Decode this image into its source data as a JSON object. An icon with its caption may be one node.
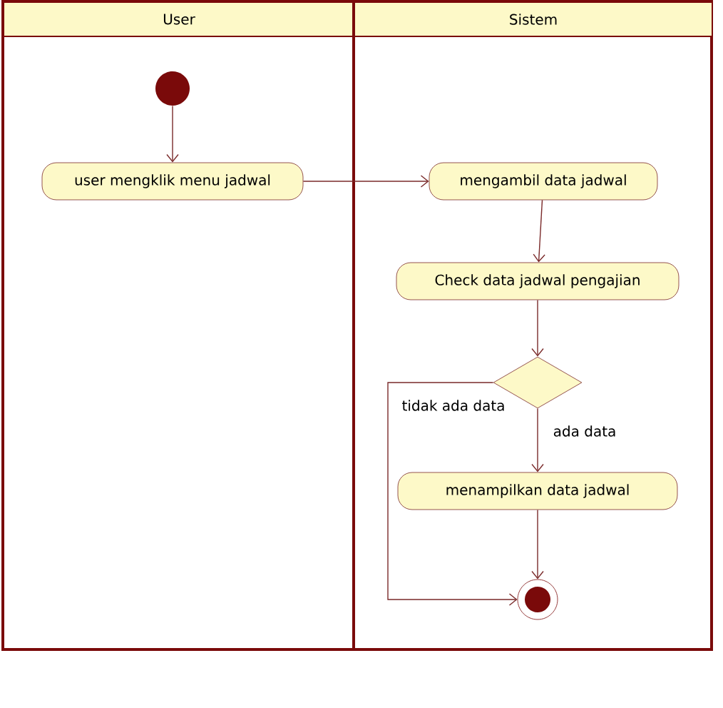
{
  "diagram": {
    "nodes": [
      {
        "text": [
          "User"
        ]
      },
      {
        "text": [
          "Sistem"
        ]
      },
      {
        "text": [],
        "shape": "circle",
        "in": 0
      },
      {
        "text": [
          "user mengklik menu jadwal"
        ],
        "in": 0
      },
      {
        "text": [
          "mengambil data jadwal"
        ],
        "in": 1
      },
      {
        "text": [
          "Check data jadwal pengajian"
        ],
        "in": 1
      },
      {
        "text": [],
        "shape": "diamond",
        "in": 1
      },
      {
        "text": [
          "menampilkan data jadwal"
        ],
        "in": 1
      },
      {
        "text": [],
        "shape": "bullseye",
        "in": 1
      }
    ],
    "edges": [
      {
        "from": 2,
        "to": 3,
        "arrow": "to"
      },
      {
        "from": 3,
        "to": 4,
        "arrow": "to"
      },
      {
        "from": 4,
        "to": 5,
        "arrow": "to"
      },
      {
        "from": 5,
        "to": 6,
        "arrow": "to"
      },
      {
        "from": 6,
        "to": 7,
        "arrow": "to",
        "label": "ada data"
      },
      {
        "from": 6,
        "to": 8,
        "arrow": "to",
        "label": "tidak ada data"
      },
      {
        "from": 7,
        "to": 8,
        "arrow": "to"
      }
    ]
  }
}
